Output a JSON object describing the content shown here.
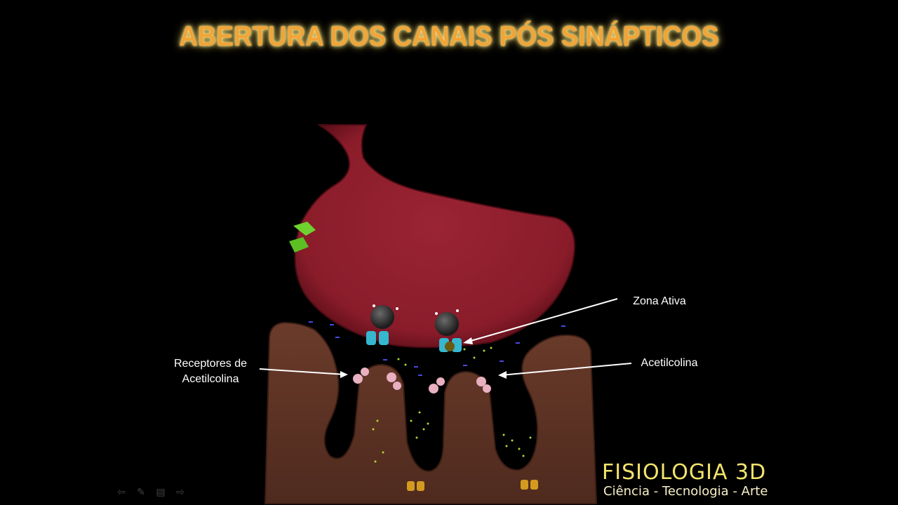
{
  "slide": {
    "title": "ABERTURA DOS CANAIS PÓS SINÁPTICOS"
  },
  "labels": {
    "active_zone": "Zona Ativa",
    "acetylcholine": "Acetilcolina",
    "receptors_line1": "Receptores de",
    "receptors_line2": "Acetilcolina"
  },
  "brand": {
    "title": "FISIOLOGIA 3D",
    "tagline": "Ciência - Tecnologia - Arte"
  },
  "colors": {
    "terminal": "#8f1e2c",
    "muscle": "#5e3526",
    "receptor": "#e8b0c0",
    "channel_cyan": "#35b7d0",
    "green_molecule": "#6fd12f",
    "gold_molecule": "#d39a1f"
  },
  "controls": {
    "prev_icon": "left-arrow-icon",
    "pen_icon": "pen-icon",
    "menu_icon": "menu-icon",
    "next_icon": "right-arrow-icon"
  }
}
